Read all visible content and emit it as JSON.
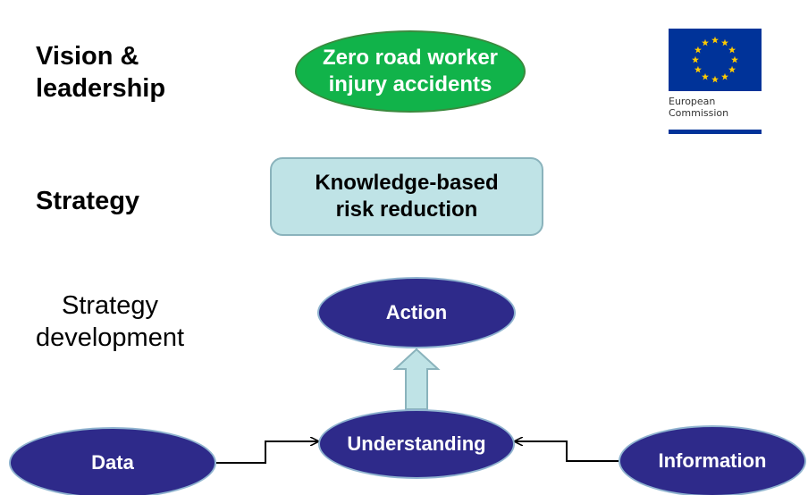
{
  "left_labels": {
    "vision": "Vision &\nleadership",
    "strategy": "Strategy",
    "strategy_development": "Strategy\ndevelopment"
  },
  "nodes": {
    "vision": "Zero road worker\ninjury accidents",
    "strategy": "Knowledge-based\nrisk reduction",
    "action": "Action",
    "understanding": "Understanding",
    "data": "Data",
    "information": "Information"
  },
  "logo": {
    "text": "European\nCommission"
  },
  "colors": {
    "vision_fill": "#11b34a",
    "strategy_fill": "#bfe3e6",
    "node_fill": "#2e2a8a",
    "arrow_fill": "#bfe3e6",
    "eu_blue": "#003399",
    "eu_star": "#ffcc00"
  }
}
